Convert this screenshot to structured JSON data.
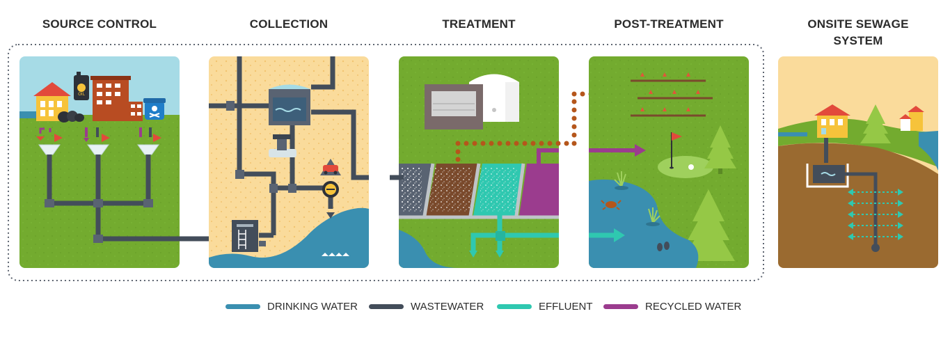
{
  "stages": [
    {
      "title": "SOURCE CONTROL"
    },
    {
      "title": "COLLECTION"
    },
    {
      "title": "TREATMENT"
    },
    {
      "title": "POST-TREATMENT"
    },
    {
      "title_line1": "ONSITE SEWAGE",
      "title_line2": "SYSTEM"
    }
  ],
  "labels": {
    "oil": "OIL"
  },
  "legend": [
    {
      "label": "DRINKING WATER",
      "color": "#3a8fb0"
    },
    {
      "label": "WASTEWATER",
      "color": "#434d5a"
    },
    {
      "label": "EFFLUENT",
      "color": "#2fc8b0"
    },
    {
      "label": "RECYCLED WATER",
      "color": "#9b3c8e"
    }
  ],
  "colors": {
    "grass": "#73ab2f",
    "sand": "#fadb9b",
    "sky": "#a6dbe6",
    "water": "#3a8fb0",
    "pipe": "#434d5a",
    "soil": "#9a6a30"
  }
}
